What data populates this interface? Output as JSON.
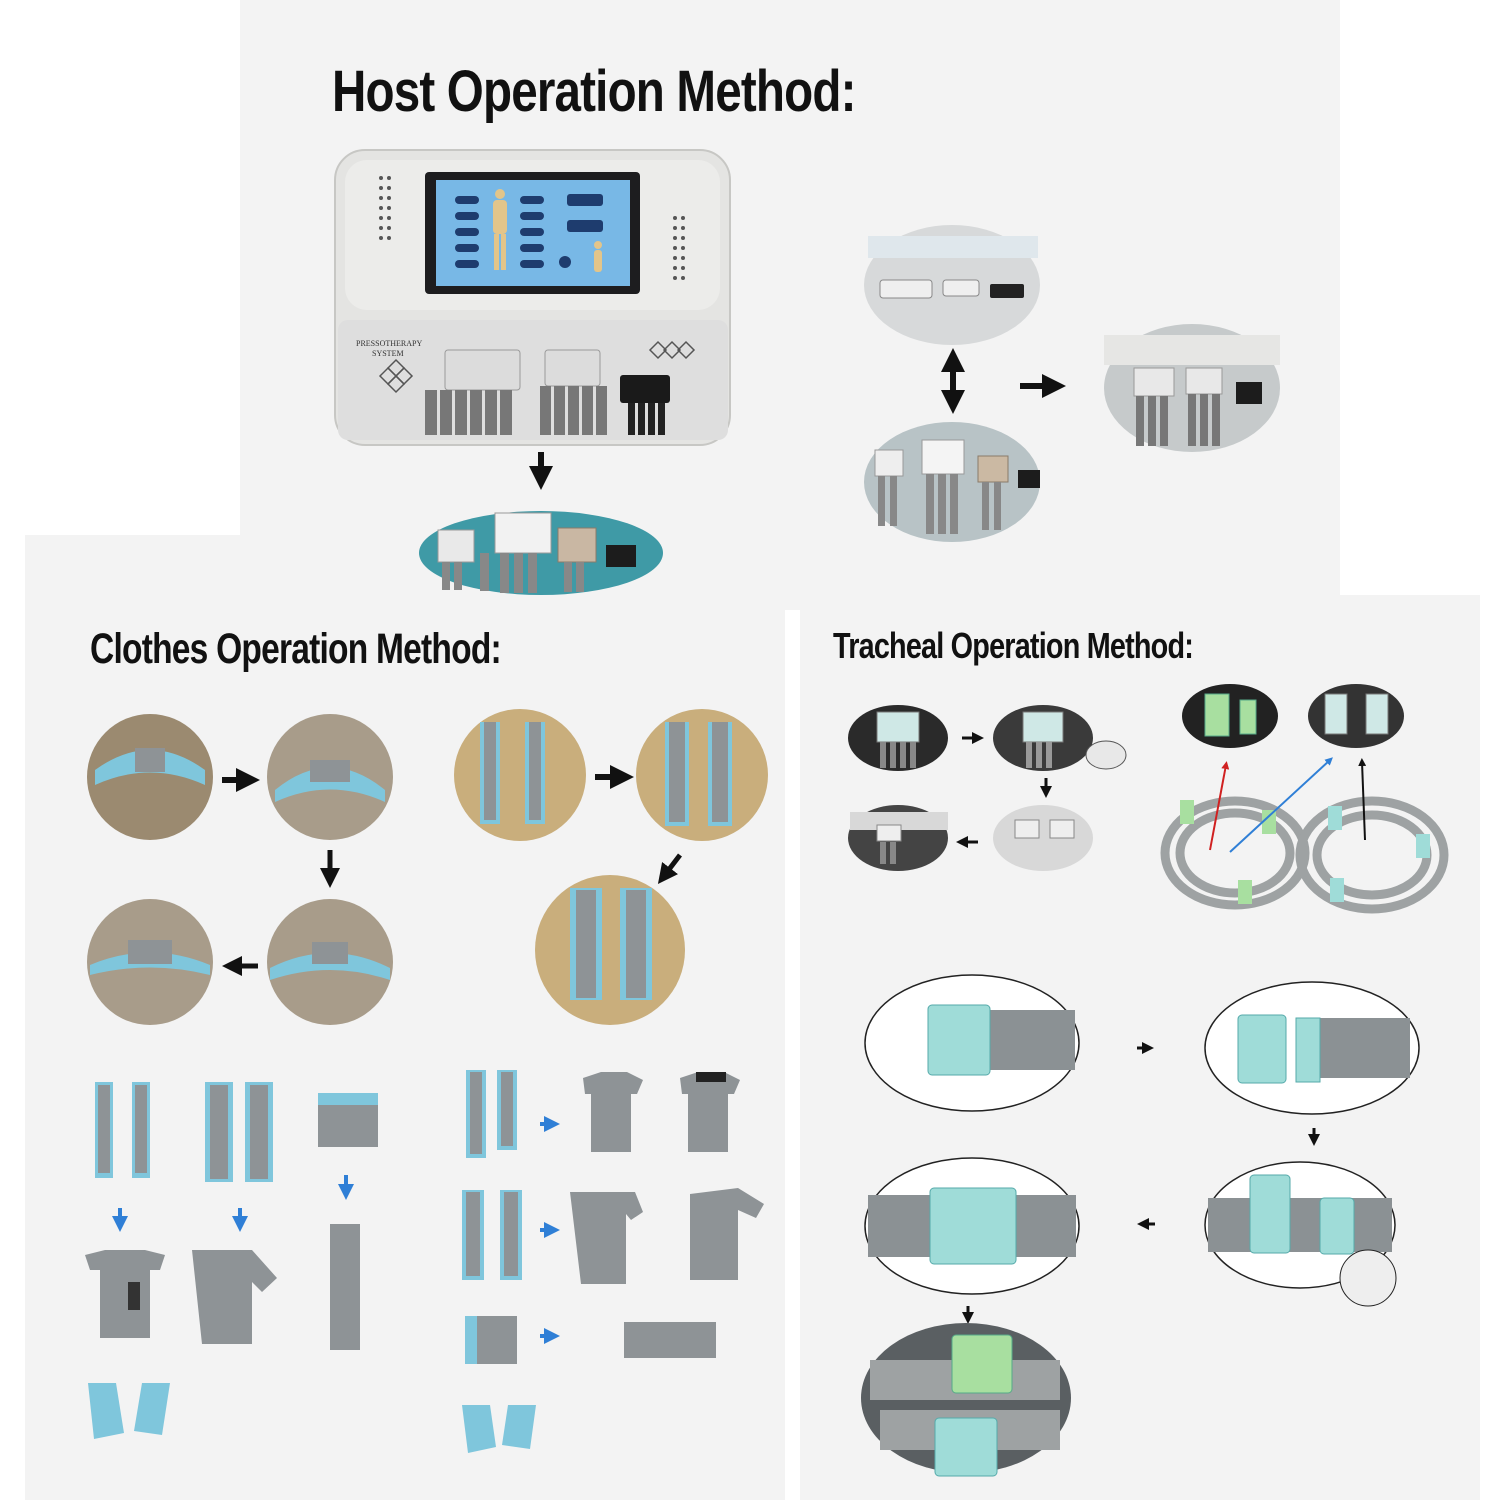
{
  "headings": {
    "host": "Host Operation Method:",
    "clothes": "Clothes Operation Method:",
    "tracheal": "Tracheal Operation Method:"
  },
  "device": {
    "label_line1": "PRESSOTHERAPY",
    "label_line2": "SYSTEM"
  },
  "colors": {
    "panel_bg": "#f3f3f3",
    "garment_blue": "#7fc6dc",
    "garment_gray": "#8e9396",
    "connector_mint": "#9fdcd8",
    "connector_green": "#a8dfa0",
    "cardboard": "#b9a27a",
    "arrow_black": "#111111",
    "arrow_blue": "#2f7fd6",
    "arrow_red": "#d02020"
  }
}
